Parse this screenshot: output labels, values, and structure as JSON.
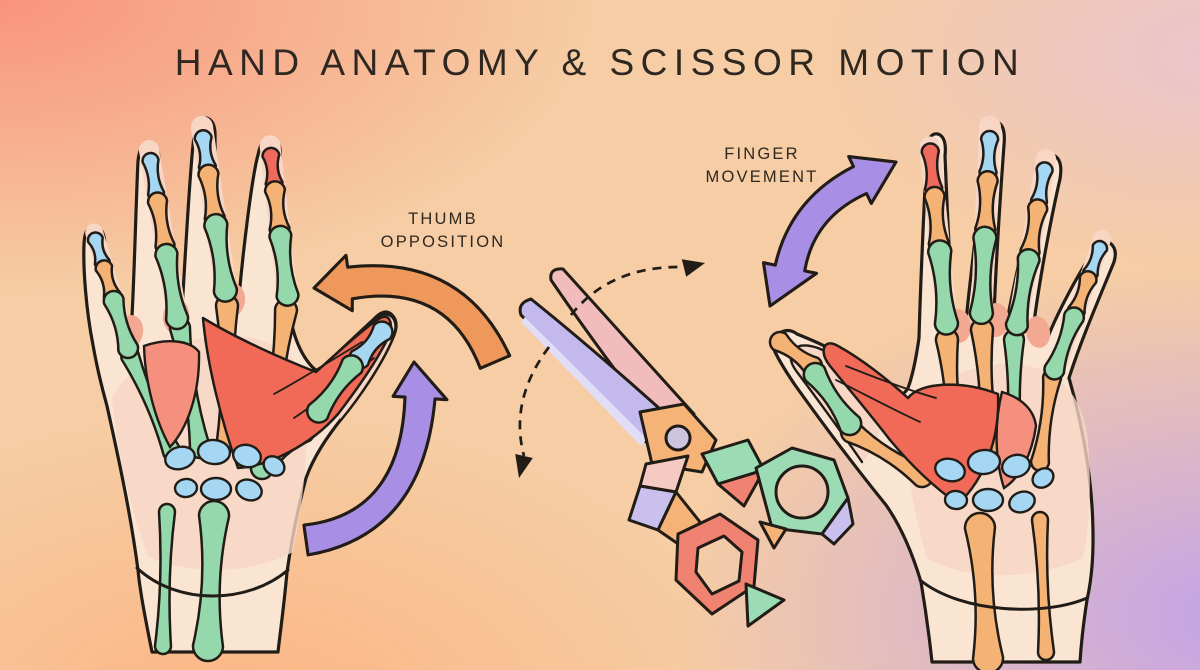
{
  "title": "HAND ANATOMY & SCISSOR MOTION",
  "labels": {
    "thumb_opposition": {
      "line1": "THUMB",
      "line2": "OPPOSITION"
    },
    "finger_movement": {
      "line1": "FINGER",
      "line2": "MOVEMENT"
    }
  },
  "palette": {
    "ink": "#211c16",
    "title-ink": "#2e2821",
    "bg-mid": "#f6cda4",
    "skin": "#fae5d3",
    "inner-pink": "#f8d6c6",
    "web-salmon": "#f3a892",
    "muscle-red": "#f06a57",
    "muscle-light": "#f4907d",
    "bone-green": "#94d8ac",
    "bone-blue": "#a5d6f2",
    "bone-orange": "#f4b375",
    "bone-red": "#ee6a5c",
    "arrow-purple": "#a98ee5",
    "arrow-orange": "#ef985c",
    "blade-lavender": "#c3b9ec",
    "blade-lavender-light": "#e2ddf7",
    "blade-pink": "#f2bcbc",
    "handle-red": "#ef8270",
    "handle-green": "#9cdcb5",
    "facet-lavender": "#c9c0ee",
    "facet-orange": "#f5b377",
    "facet-pink": "#f5cac3",
    "pivot-fill": "#ccc5df"
  }
}
